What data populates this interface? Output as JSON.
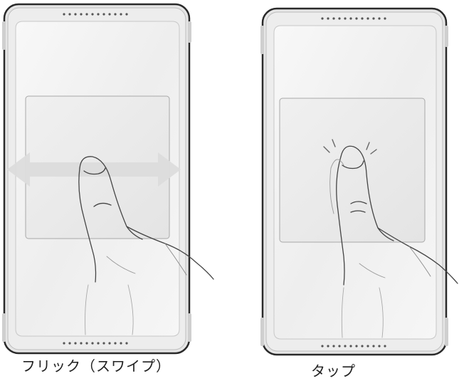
{
  "illustrations": [
    {
      "gesture": "flick",
      "caption": "フリック（スワイプ）"
    },
    {
      "gesture": "tap",
      "caption": "タップ"
    }
  ],
  "colors": {
    "phone_body": "#ececec",
    "phone_outline": "#2a2a2a",
    "screen": "#f3f3f3",
    "arrow": "#d9d9d9",
    "hand_stroke": "#444444"
  },
  "icons": [
    "phone-icon",
    "double-arrow-icon",
    "hand-icon",
    "tap-burst-icon"
  ]
}
